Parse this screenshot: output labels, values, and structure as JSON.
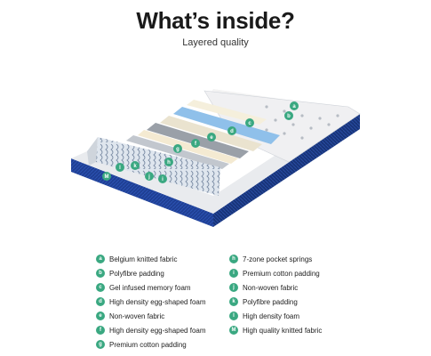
{
  "header": {
    "title": "What’s inside?",
    "subtitle": "Layered quality"
  },
  "colors": {
    "badge": "#3aa881",
    "navy": "#1f3f94",
    "navy_dark": "#132a6d",
    "memory_foam_blue": "#8fc0ea",
    "cream": "#f4ead2",
    "grey_layer": "#9aa0a8"
  },
  "layer_markers": [
    "a",
    "b",
    "c",
    "d",
    "e",
    "f",
    "g",
    "h",
    "i",
    "j",
    "k",
    "l",
    "M"
  ],
  "legend": {
    "left": [
      {
        "key": "a",
        "label": "Belgium knitted fabric"
      },
      {
        "key": "b",
        "label": "Polyfibre padding"
      },
      {
        "key": "c",
        "label": "Gel infused memory foam"
      },
      {
        "key": "d",
        "label": "High density egg-shaped foam"
      },
      {
        "key": "e",
        "label": "Non-woven fabric"
      },
      {
        "key": "f",
        "label": "High density egg-shaped foam"
      },
      {
        "key": "g",
        "label": "Premium cotton padding"
      }
    ],
    "right": [
      {
        "key": "h",
        "label": "7-zone pocket springs"
      },
      {
        "key": "i",
        "label": "Premium cotton padding"
      },
      {
        "key": "j",
        "label": "Non-woven fabric"
      },
      {
        "key": "k",
        "label": "Polyfibre padding"
      },
      {
        "key": "l",
        "label": "High density foam"
      },
      {
        "key": "M",
        "label": "High quality knitted fabric"
      }
    ]
  }
}
